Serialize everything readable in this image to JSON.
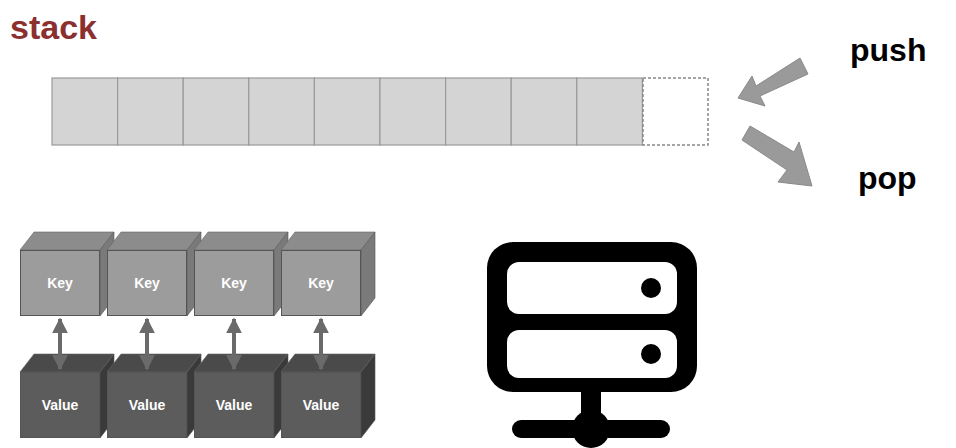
{
  "diagram": {
    "title": "stack",
    "nodes": [
      {
        "text": [
          "Key"
        ]
      },
      {
        "text": [
          "Key"
        ]
      },
      {
        "text": [
          "Key"
        ]
      },
      {
        "text": [
          "Key"
        ]
      },
      {
        "text": [
          "Value"
        ]
      },
      {
        "text": [
          "Value"
        ]
      },
      {
        "text": [
          "Value"
        ]
      },
      {
        "text": [
          "Value"
        ]
      }
    ],
    "edges": [
      {
        "from": 0,
        "to": 4,
        "arrow": "both"
      },
      {
        "from": 1,
        "to": 5,
        "arrow": "both"
      },
      {
        "from": 2,
        "to": 6,
        "arrow": "both"
      },
      {
        "from": 3,
        "to": 7,
        "arrow": "both"
      }
    ],
    "labels": [
      "push",
      "pop"
    ]
  }
}
